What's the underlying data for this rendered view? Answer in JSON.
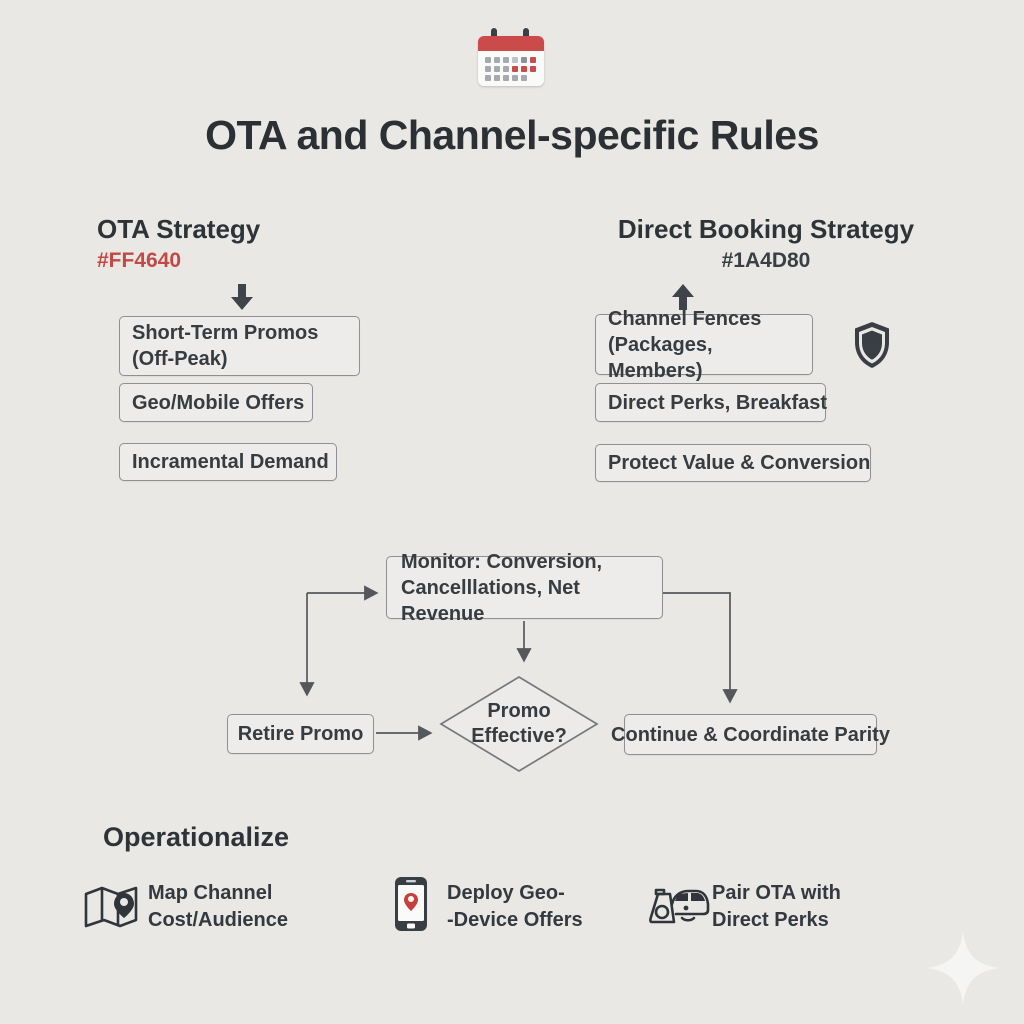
{
  "palette": {
    "background": "#e9e8e5",
    "ink": "#2f3439",
    "accent_red": "#c24a46",
    "box_fill": "#edecea",
    "box_border": "#8f9094",
    "connector": "#54585d",
    "icon_dark": "#383e44",
    "calendar_red": "#cb4b4b",
    "sparkle_white": "#f5f5f3"
  },
  "header": {
    "title": "OTA and Channel-specific Rules",
    "icon": "calendar-icon"
  },
  "columns": {
    "ota": {
      "heading": "OTA Strategy",
      "color_code": "#FF4640",
      "arrow_icon": "down-arrow-icon",
      "boxes": [
        "Short-Term Promos\n(Off-Peak)",
        "Geo/Mobile Offers",
        "Incramental Demand"
      ]
    },
    "direct": {
      "heading": "Direct Booking Strategy",
      "color_code": "#1A4D80",
      "arrow_icon": "up-arrow-icon",
      "badge_icon": "shield-icon",
      "boxes": [
        "Channel Fences\n(Packages, Members)",
        "Direct Perks, Breakfast",
        "Protect Value & Conversion"
      ]
    }
  },
  "flowchart": {
    "monitor": "Monitor: Conversion,\nCancelllations, Net Revenue",
    "decision": "Promo\nEffective?",
    "retire": "Retire Promo",
    "continue_box": "Continue & Coordinate Parity"
  },
  "operationalize": {
    "heading": "Operationalize",
    "items": [
      {
        "icon": "map-icon",
        "label": "Map Channel\nCost/Audience"
      },
      {
        "icon": "phone-icon",
        "label": "Deploy Geo-\n-Device Offers"
      },
      {
        "icon": "car-icon",
        "label": "Pair OTA with\nDirect Perks"
      }
    ]
  },
  "decoration": {
    "corner_icon": "sparkle-icon"
  }
}
